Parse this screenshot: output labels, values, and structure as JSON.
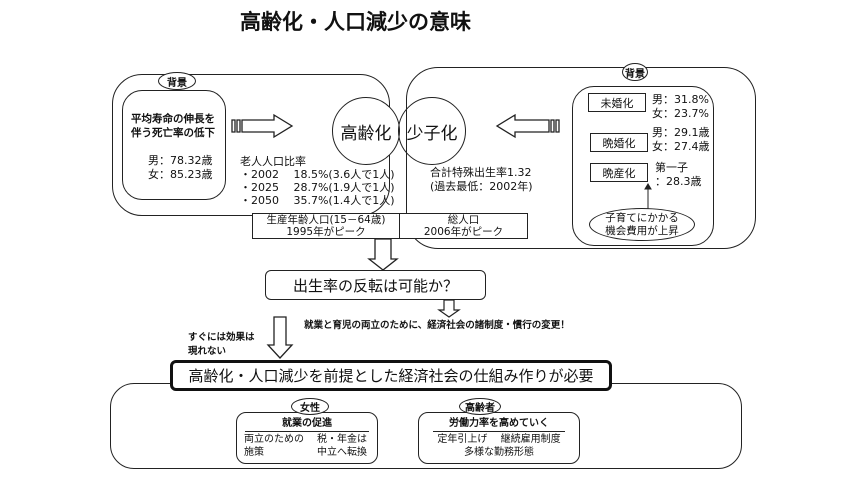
{
  "title": "高齢化・人口減少の意味",
  "left": {
    "badge": "背景",
    "line1": "平均寿命の伸長を",
    "line2": "伴う死亡率の低下",
    "male": "男：78.32歳",
    "female": "女：85.23歳",
    "ratio_title": "老人人口比率",
    "ratios": [
      "・2002　 18.5%(3.6人で1人)",
      "・2025　 28.7%(1.9人で1人)",
      "・2050　 35.7%(1.4人で1人)"
    ]
  },
  "circles": {
    "aging": "高齢化",
    "birth": "少子化"
  },
  "right": {
    "badge": "背景",
    "tfr": "合計特殊出生率1.32",
    "tfr_low": "(過去最低：2002年)",
    "items": [
      {
        "label": "未婚化",
        "v1": "男：31.8%",
        "v2": "女：23.7%"
      },
      {
        "label": "晩婚化",
        "v1": "男：29.1歳",
        "v2": "女：27.4歳"
      },
      {
        "label": "晩産化",
        "v1": "第一子",
        "v2": "：28.3歳"
      }
    ],
    "cost1": "子育てにかかる",
    "cost2": "機会費用が上昇"
  },
  "population": {
    "working1": "生産年齢人口(15－64歳)",
    "working2": "1995年がピーク",
    "total1": "総人口",
    "total2": "2006年がピーク"
  },
  "question": "出生率の反転は可能か？",
  "reform": "就業と育児の両立のために、経済社会の諸制度・慣行の変更！",
  "no_effect1": "すぐには効果は",
  "no_effect2": "現れない",
  "conclusion": "高齢化・人口減少を前提とした経済社会の仕組み作りが必要",
  "women": {
    "badge": "女性",
    "head": "就業の促進",
    "a1": "両立のための",
    "a2": "施策",
    "b1": "税・年金は",
    "b2": "中立へ転換"
  },
  "elderly": {
    "badge": "高齢者",
    "head": "労働力率を高めていく",
    "a": "定年引上げ　 継続雇用制度",
    "b": "多様な勤務形態"
  }
}
